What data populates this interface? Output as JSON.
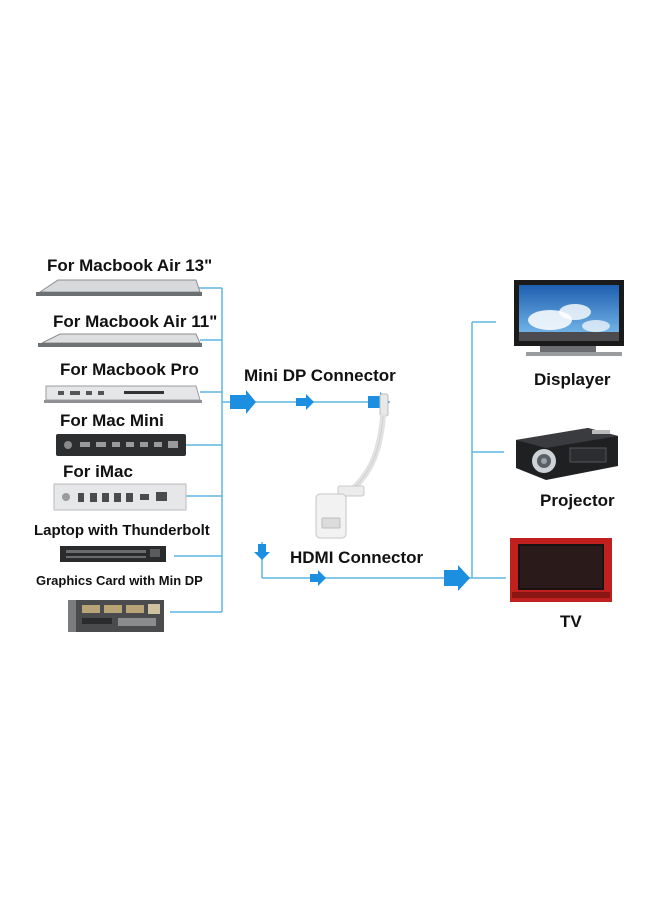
{
  "sources": [
    {
      "label": "For Macbook Air 13\"",
      "icon": "laptop-icon"
    },
    {
      "label": "For Macbook Air 11\"",
      "icon": "laptop-icon"
    },
    {
      "label": "For Macbook Pro",
      "icon": "laptop-icon"
    },
    {
      "label": "For Mac Mini",
      "icon": "mac-mini-icon"
    },
    {
      "label": "For iMac",
      "icon": "imac-ports-icon"
    },
    {
      "label": "Laptop with Thunderbolt",
      "icon": "thunderbolt-laptop-icon"
    },
    {
      "label": "Graphics Card with Min DP",
      "icon": "graphics-card-icon"
    }
  ],
  "connectors": {
    "mini_dp": "Mini DP Connector",
    "hdmi": "HDMI Connector"
  },
  "outputs": [
    {
      "label": "Displayer",
      "icon": "monitor-icon"
    },
    {
      "label": "Projector",
      "icon": "projector-icon"
    },
    {
      "label": "TV",
      "icon": "tv-icon"
    }
  ],
  "colors": {
    "line": "#5fb6e0",
    "arrow": "#1d8fe0",
    "tv_frame": "#c0201e"
  }
}
